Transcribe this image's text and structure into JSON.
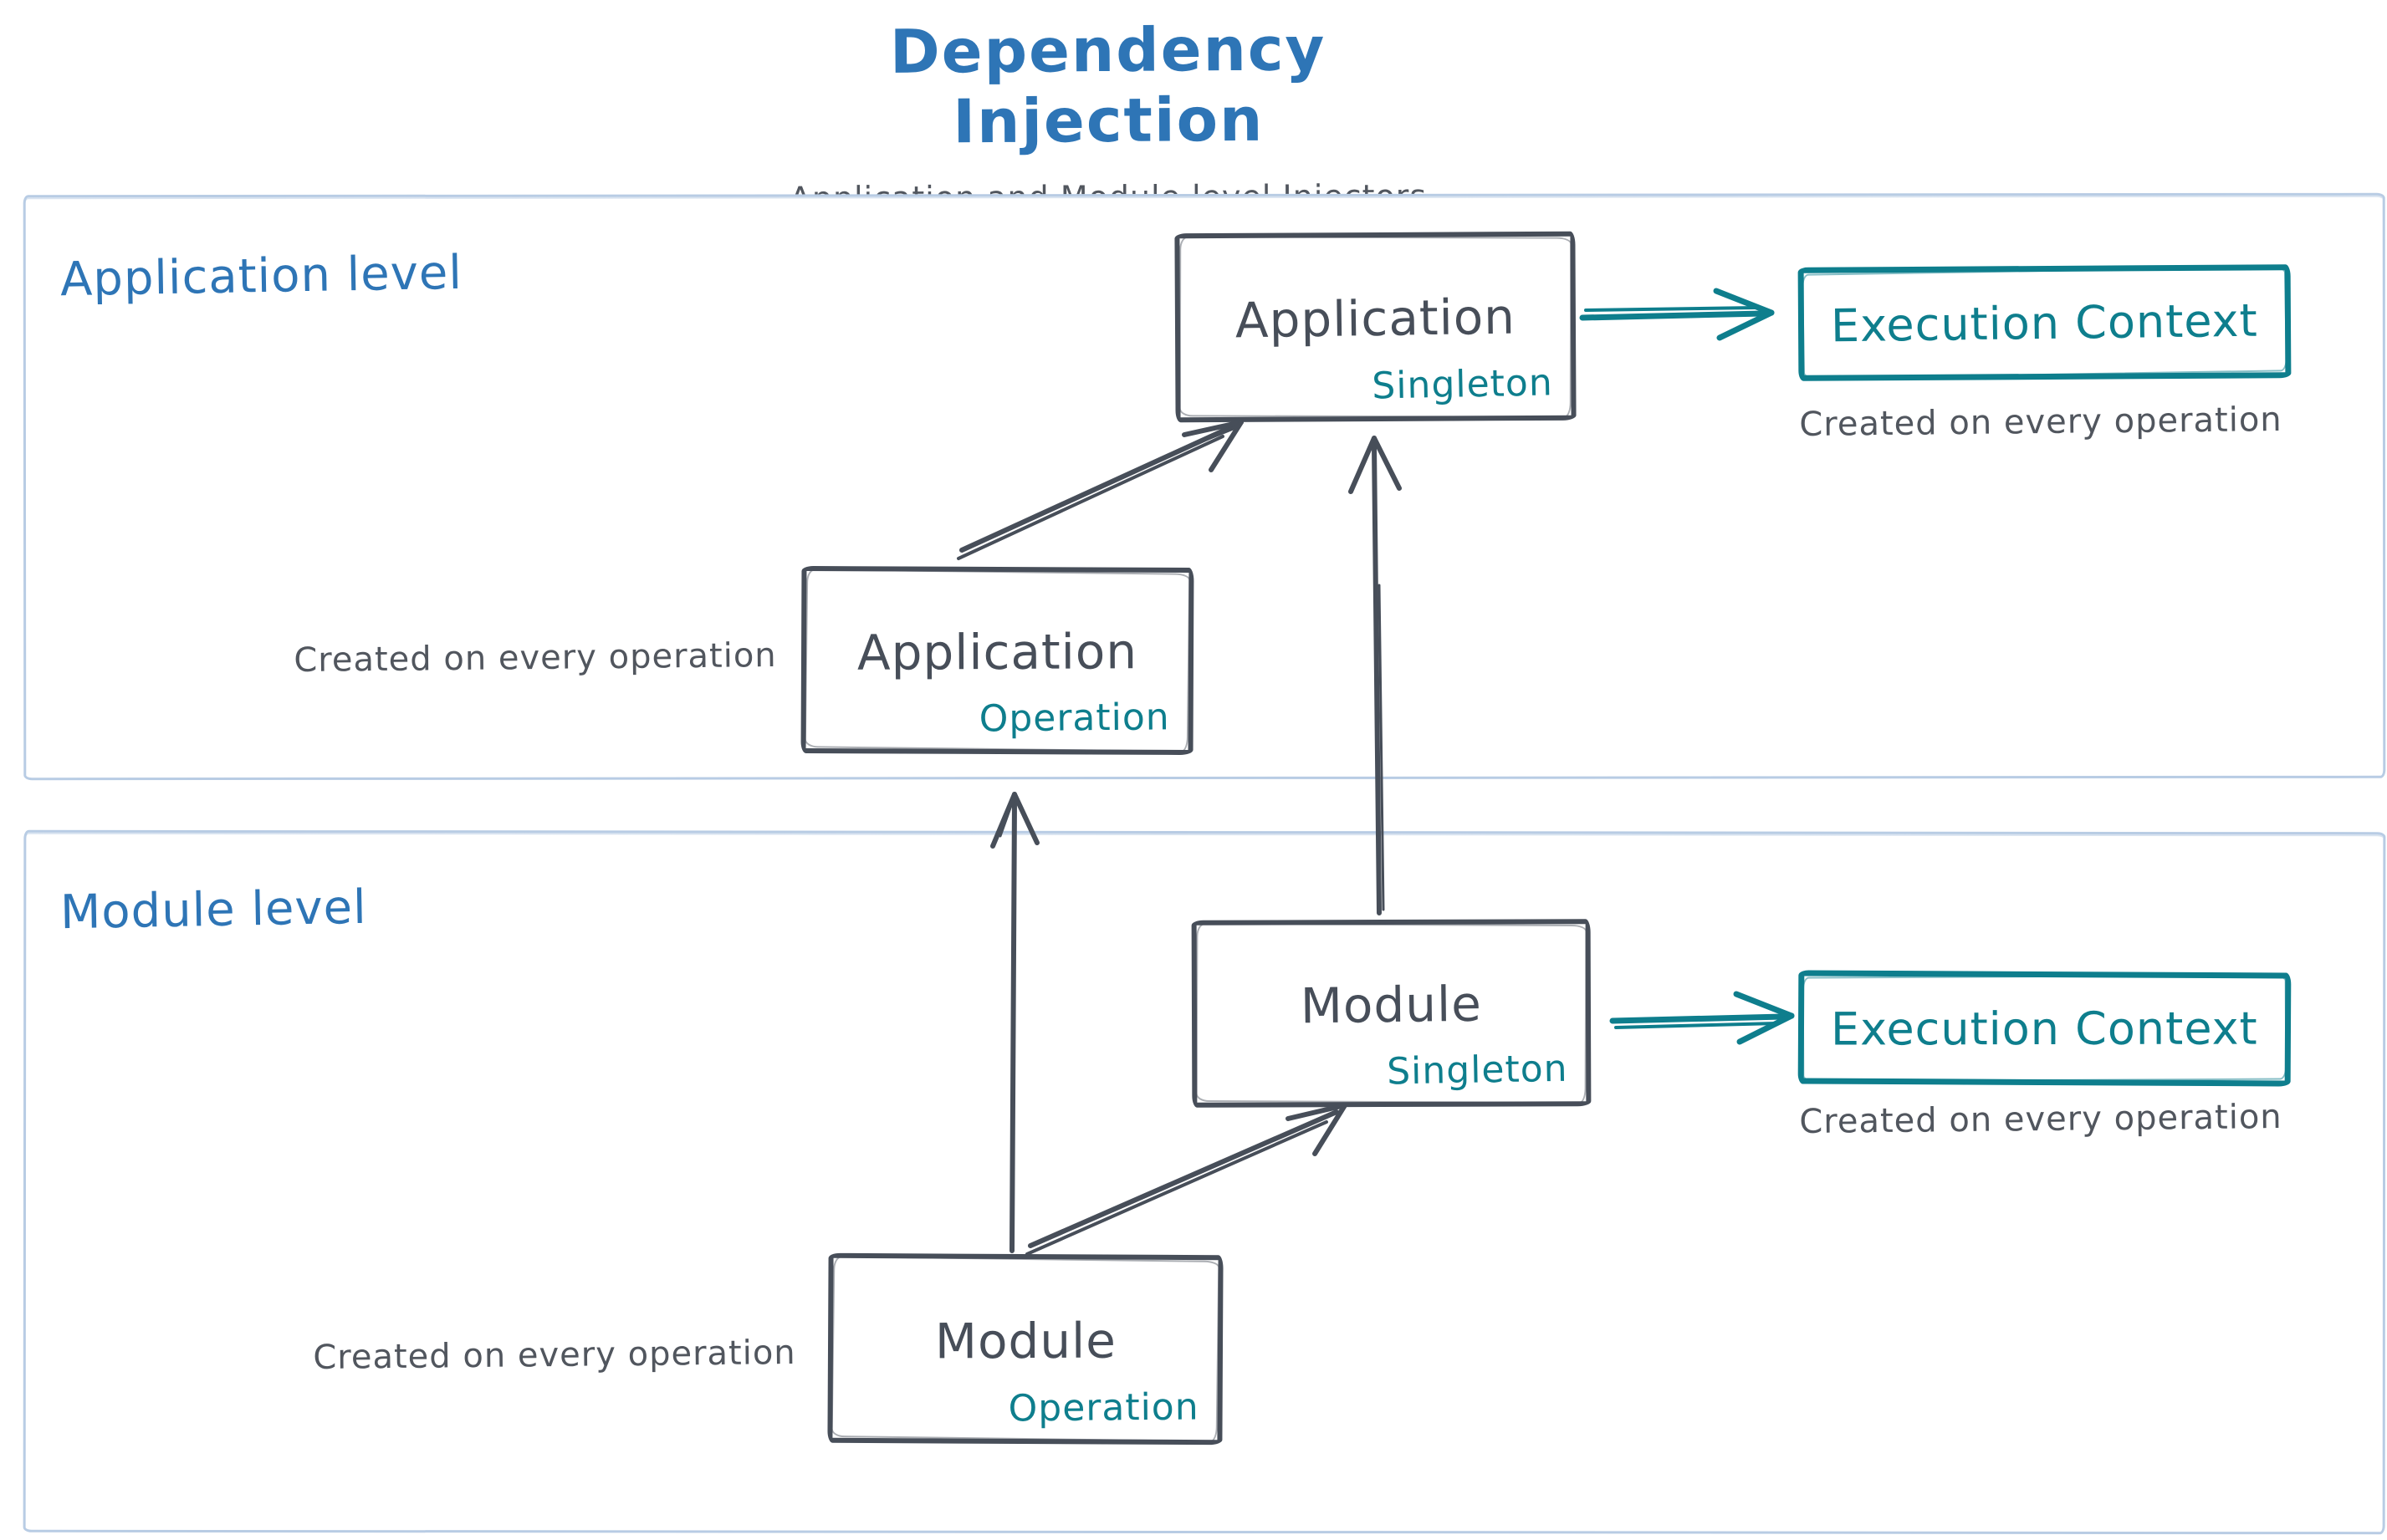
{
  "title": "Dependency Injection",
  "subtitle": "Application and Module level Injectors",
  "colors": {
    "heading_blue": "#2e75b6",
    "ink": "#474e59",
    "teal": "#0e7e8d",
    "container_border": "#b8cce4",
    "background": "#ffffff"
  },
  "application": {
    "label": "Application level",
    "singleton": {
      "title": "Application",
      "scope": "Singleton"
    },
    "operation": {
      "title": "Application",
      "scope": "Operation"
    },
    "operation_caption": "Created on every operation",
    "execution_context": "Execution Context",
    "execution_caption": "Created on every operation"
  },
  "module": {
    "label": "Module level",
    "singleton": {
      "title": "Module",
      "scope": "Singleton"
    },
    "operation": {
      "title": "Module",
      "scope": "Operation"
    },
    "operation_caption": "Created on every operation",
    "execution_context": "Execution Context",
    "execution_caption": "Created on every operation"
  }
}
